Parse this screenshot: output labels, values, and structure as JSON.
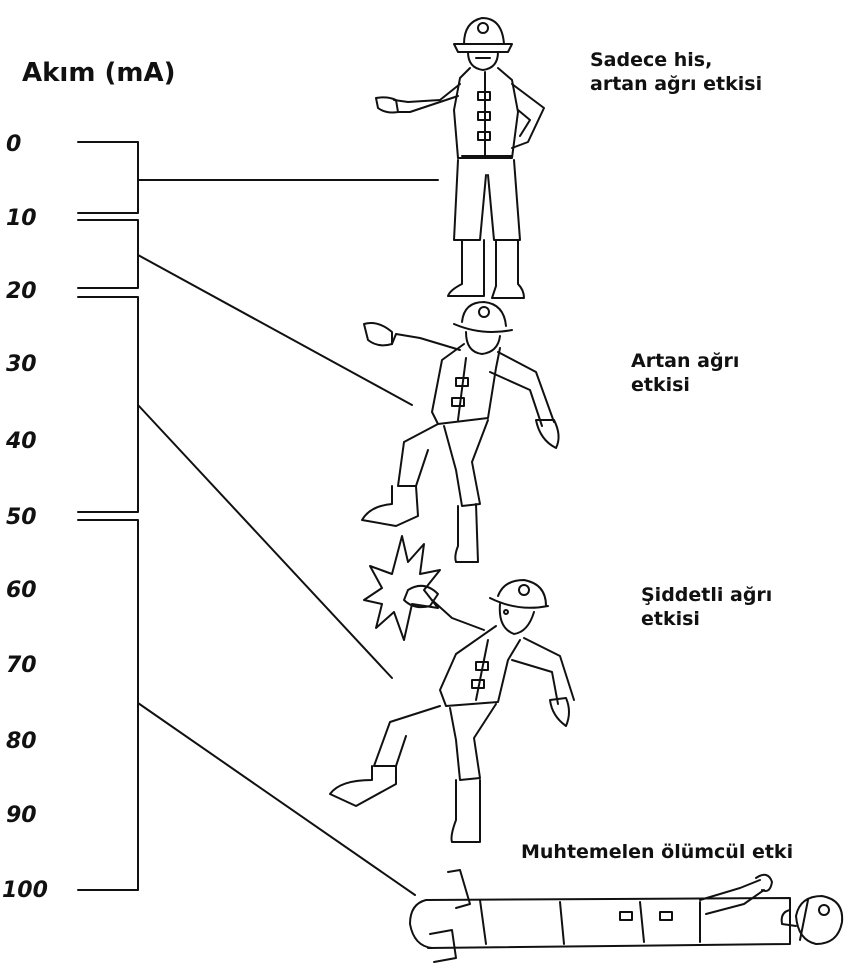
{
  "scale": {
    "title": "Akım (mA)",
    "ticks": [
      "0",
      "10",
      "20",
      "30",
      "40",
      "50",
      "60",
      "70",
      "80",
      "90",
      "100"
    ]
  },
  "effects": [
    {
      "lines": [
        "Sadece his,",
        "artan ağrı etkisi"
      ],
      "range_mA": [
        0,
        10
      ]
    },
    {
      "lines": [
        "Artan ağrı",
        "etkisi"
      ],
      "range_mA": [
        10,
        20
      ]
    },
    {
      "lines": [
        "Şiddetli ağrı",
        "etkisi"
      ],
      "range_mA": [
        20,
        50
      ]
    },
    {
      "lines": [
        "Muhtemelen ölümcül etki"
      ],
      "range_mA": [
        50,
        100
      ]
    }
  ],
  "figures": [
    "standing-firefighter-icon",
    "stumbling-firefighter-icon",
    "shocked-firefighter-icon",
    "collapsed-firefighter-icon"
  ]
}
